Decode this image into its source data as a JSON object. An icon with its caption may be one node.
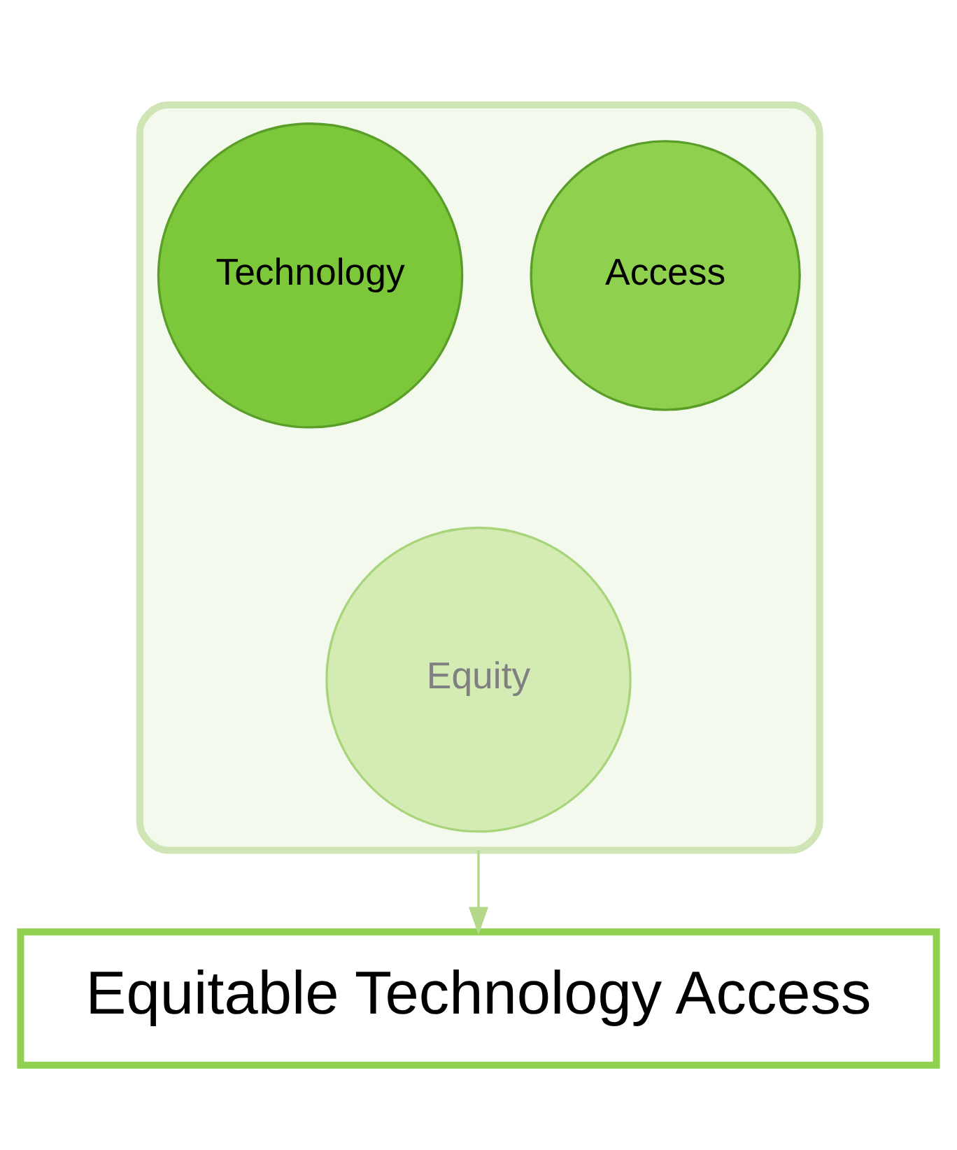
{
  "diagram": {
    "nodes": [
      {
        "text": [],
        "shape": "funnel"
      },
      {
        "text": [
          "Access"
        ],
        "in": 0
      },
      {
        "text": [
          "Technology"
        ],
        "in": 0
      },
      {
        "text": [
          "Equity"
        ],
        "in": 0
      },
      {
        "text": [
          "Equitable Technology Access"
        ]
      }
    ],
    "edges": [
      {
        "from": 0,
        "to": 4,
        "arrow": "to"
      }
    ]
  }
}
